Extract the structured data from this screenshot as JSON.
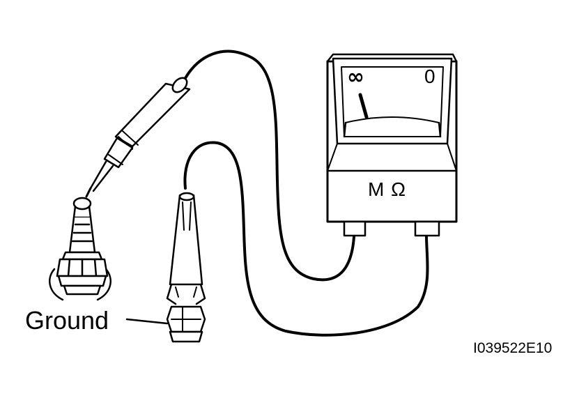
{
  "labels": {
    "ground": "Ground",
    "figure_code": "I039522E10"
  },
  "meter": {
    "infinity_mark": "∞",
    "zero_mark": "0",
    "unit": "M Ω"
  },
  "icons": [
    "spark-plug",
    "megohmmeter",
    "test-probe",
    "alligator-clip",
    "test-lead"
  ],
  "colors": {
    "line": "#000000",
    "background": "#ffffff"
  }
}
